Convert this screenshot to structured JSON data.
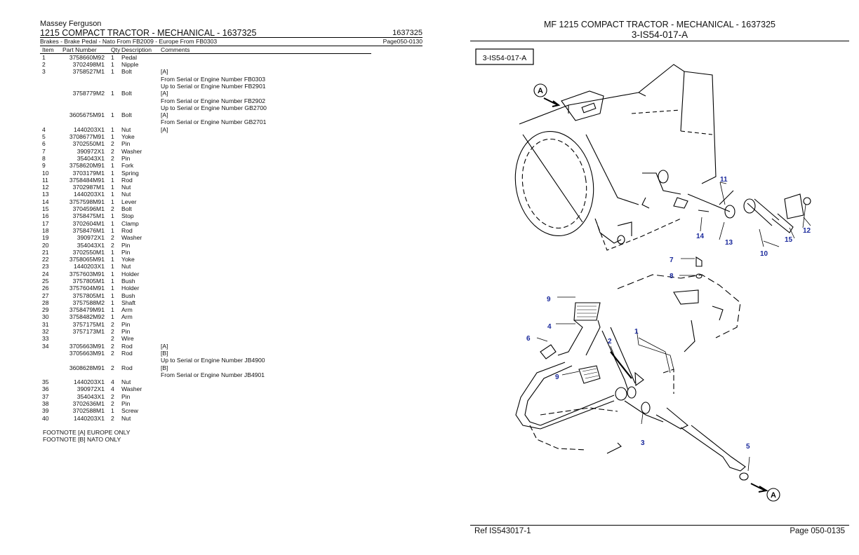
{
  "header": {
    "brand": "Massey Ferguson",
    "title": "1215  COMPACT TRACTOR  -  MECHANICAL - 1637325",
    "title_code": "1637325",
    "subtitle": "Brakes - Brake Pedal - Nato  From FB2009 - Europe  From FB0303",
    "page": "Page050-0130"
  },
  "columns": [
    "Item",
    "Part Number",
    "Qty",
    "Description",
    "Comments"
  ],
  "rows": [
    {
      "item": "1",
      "pn": "3758660M92",
      "qty": "1",
      "desc": "Pedal",
      "comments": []
    },
    {
      "item": "2",
      "pn": "3702498M1",
      "qty": "1",
      "desc": "Nipple",
      "comments": []
    },
    {
      "item": "3",
      "pn": "3758527M1",
      "qty": "1",
      "desc": "Bolt",
      "comments": [
        "[A]",
        "From Serial or Engine Number FB0303",
        "Up to Serial or Engine Number FB2901"
      ]
    },
    {
      "item": "",
      "pn": "3758779M2",
      "qty": "1",
      "desc": "Bolt",
      "comments": [
        "[A]",
        "From Serial or Engine Number FB2902",
        "Up to Serial or Engine Number GB2700"
      ]
    },
    {
      "item": "",
      "pn": "3605675M91",
      "qty": "1",
      "desc": "Bolt",
      "comments": [
        "[A]",
        "From Serial or Engine Number GB2701"
      ]
    },
    {
      "item": "4",
      "pn": "1440203X1",
      "qty": "1",
      "desc": "Nut",
      "comments": [
        "[A]"
      ]
    },
    {
      "item": "5",
      "pn": "3708677M91",
      "qty": "1",
      "desc": "Yoke",
      "comments": []
    },
    {
      "item": "6",
      "pn": "3702550M1",
      "qty": "2",
      "desc": "Pin",
      "comments": []
    },
    {
      "item": "7",
      "pn": "390972X1",
      "qty": "2",
      "desc": "Washer",
      "comments": []
    },
    {
      "item": "8",
      "pn": "354043X1",
      "qty": "2",
      "desc": "Pin",
      "comments": []
    },
    {
      "item": "9",
      "pn": "3758620M91",
      "qty": "1",
      "desc": "Fork",
      "comments": []
    },
    {
      "item": "10",
      "pn": "3703179M1",
      "qty": "1",
      "desc": "Spring",
      "comments": []
    },
    {
      "item": "11",
      "pn": "3758484M91",
      "qty": "1",
      "desc": "Rod",
      "comments": []
    },
    {
      "item": "12",
      "pn": "3702987M1",
      "qty": "1",
      "desc": "Nut",
      "comments": []
    },
    {
      "item": "13",
      "pn": "1440203X1",
      "qty": "1",
      "desc": "Nut",
      "comments": []
    },
    {
      "item": "14",
      "pn": "3757598M91",
      "qty": "1",
      "desc": "Lever",
      "comments": []
    },
    {
      "item": "15",
      "pn": "3704596M1",
      "qty": "2",
      "desc": "Bolt",
      "comments": []
    },
    {
      "item": "16",
      "pn": "3758475M1",
      "qty": "1",
      "desc": "Stop",
      "comments": []
    },
    {
      "item": "17",
      "pn": "3702604M1",
      "qty": "1",
      "desc": "Clamp",
      "comments": []
    },
    {
      "item": "18",
      "pn": "3758476M1",
      "qty": "1",
      "desc": "Rod",
      "comments": []
    },
    {
      "item": "19",
      "pn": "390972X1",
      "qty": "2",
      "desc": "Washer",
      "comments": []
    },
    {
      "item": "20",
      "pn": "354043X1",
      "qty": "2",
      "desc": "Pin",
      "comments": []
    },
    {
      "item": "21",
      "pn": "3702550M1",
      "qty": "1",
      "desc": "Pin",
      "comments": []
    },
    {
      "item": "22",
      "pn": "3758065M91",
      "qty": "1",
      "desc": "Yoke",
      "comments": []
    },
    {
      "item": "23",
      "pn": "1440203X1",
      "qty": "1",
      "desc": "Nut",
      "comments": []
    },
    {
      "item": "24",
      "pn": "3757603M91",
      "qty": "1",
      "desc": "Holder",
      "comments": []
    },
    {
      "item": "25",
      "pn": "3757805M1",
      "qty": "1",
      "desc": "Bush",
      "comments": []
    },
    {
      "item": "26",
      "pn": "3757604M91",
      "qty": "1",
      "desc": "Holder",
      "comments": []
    },
    {
      "item": "27",
      "pn": "3757805M1",
      "qty": "1",
      "desc": "Bush",
      "comments": []
    },
    {
      "item": "28",
      "pn": "3757588M2",
      "qty": "1",
      "desc": "Shaft",
      "comments": []
    },
    {
      "item": "29",
      "pn": "3758479M91",
      "qty": "1",
      "desc": "Arm",
      "comments": []
    },
    {
      "item": "30",
      "pn": "3758482M92",
      "qty": "1",
      "desc": "Arm",
      "comments": []
    },
    {
      "item": "31",
      "pn": "3757175M1",
      "qty": "2",
      "desc": "Pin",
      "comments": []
    },
    {
      "item": "32",
      "pn": "3757173M1",
      "qty": "2",
      "desc": "Pin",
      "comments": []
    },
    {
      "item": "33",
      "pn": "",
      "qty": "2",
      "desc": "Wire",
      "comments": []
    },
    {
      "item": "34",
      "pn": "3705663M91",
      "qty": "2",
      "desc": "Rod",
      "comments": [
        "[A]"
      ]
    },
    {
      "item": "",
      "pn": "3705663M91",
      "qty": "2",
      "desc": "Rod",
      "comments": [
        "[B]",
        "Up to Serial or Engine Number JB4900"
      ]
    },
    {
      "item": "",
      "pn": "3608628M91",
      "qty": "2",
      "desc": "Rod",
      "comments": [
        "[B]",
        "From Serial or Engine Number JB4901"
      ]
    },
    {
      "item": "35",
      "pn": "1440203X1",
      "qty": "4",
      "desc": "Nut",
      "comments": []
    },
    {
      "item": "36",
      "pn": "390972X1",
      "qty": "4",
      "desc": "Washer",
      "comments": []
    },
    {
      "item": "37",
      "pn": "354043X1",
      "qty": "2",
      "desc": "Pin",
      "comments": []
    },
    {
      "item": "38",
      "pn": "3702636M1",
      "qty": "2",
      "desc": "Pin",
      "comments": []
    },
    {
      "item": "39",
      "pn": "3702588M1",
      "qty": "1",
      "desc": "Screw",
      "comments": []
    },
    {
      "item": "40",
      "pn": "1440203X1",
      "qty": "2",
      "desc": "Nut",
      "comments": []
    }
  ],
  "footnotes": [
    "FOOTNOTE [A] EUROPE ONLY",
    "FOOTNOTE [B] NATO ONLY"
  ],
  "diagram": {
    "title": "MF 1215  COMPACT TRACTOR  -  MECHANICAL - 1637325",
    "code": "3-IS54-017-A",
    "label_box": "3-IS54-017-A",
    "section_marker": "A",
    "callouts": [
      "1",
      "2",
      "3",
      "4",
      "5",
      "6",
      "7",
      "8",
      "9",
      "9",
      "10",
      "11",
      "12",
      "13",
      "14",
      "15"
    ],
    "ref": "Ref   IS543017-1",
    "page": "Page   050-0135"
  }
}
